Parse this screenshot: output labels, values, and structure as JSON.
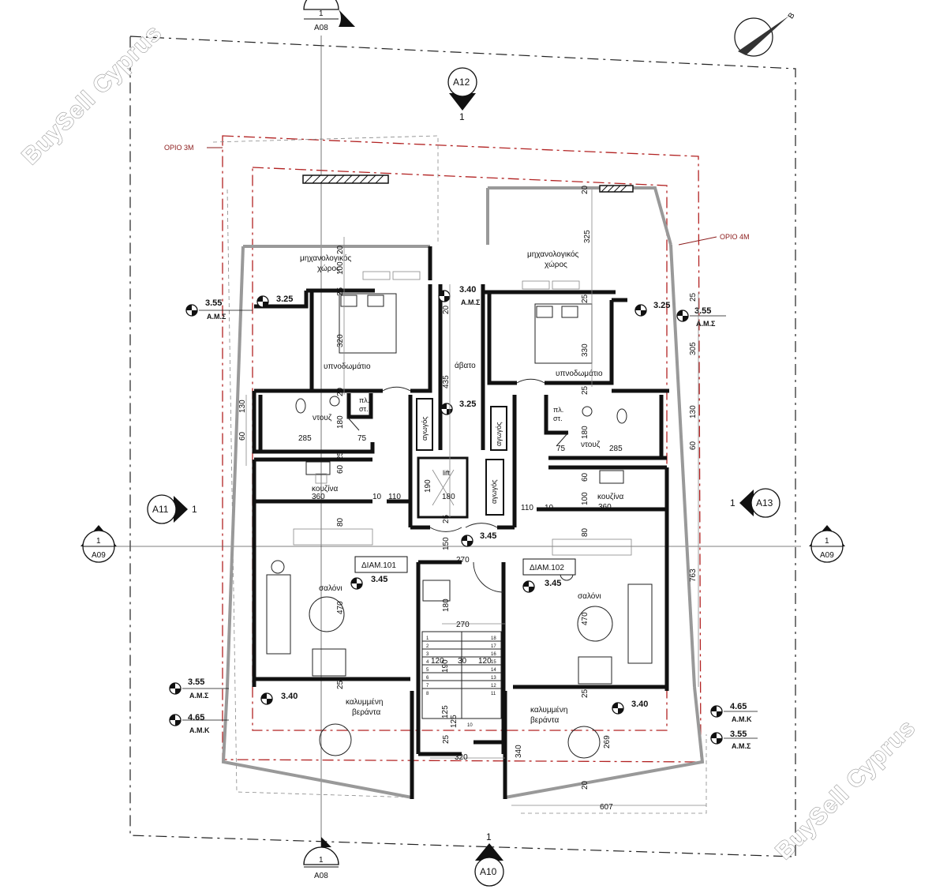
{
  "sections": {
    "top": {
      "num": "1",
      "ref": "A08"
    },
    "bottom": {
      "num": "1",
      "ref": "A08"
    },
    "left": {
      "num": "1",
      "ref": "A09"
    },
    "right": {
      "num": "1",
      "ref": "A09"
    }
  },
  "elevations": {
    "a12": {
      "ref": "A12",
      "num": "1"
    },
    "a10": {
      "ref": "A10",
      "num": "1"
    },
    "a11": {
      "ref": "A11",
      "num": "1"
    },
    "a13": {
      "ref": "A13",
      "num": "1"
    }
  },
  "north_letter": "B",
  "limits": {
    "limit_3m": "ΟΡΙΟ 3Μ",
    "limit_4m": "ΟΡΙΟ 4Μ"
  },
  "rooms": {
    "mech_left_1": "μηχανολογικός",
    "mech_left_2": "χώρος",
    "mech_right_1": "μηχανολογικός",
    "mech_right_2": "χώρος",
    "bedroom_left": "υπνοδωμάτιο",
    "bedroom_right": "υπνοδωμάτιο",
    "abato": "άβατο",
    "shower_left": "ντουζ",
    "shower_right": "ντουζ",
    "storage_left_1": "πλ.",
    "storage_left_2": "στ.",
    "storage_right_1": "πλ.",
    "storage_right_2": "στ.",
    "duct_1": "αγωγός",
    "duct_2": "αγωγός",
    "duct_3": "αγωγός",
    "lift": "lift",
    "kitchen_left": "κουζίνα",
    "kitchen_right": "κουζίνα",
    "apt_101": "ΔΙΑΜ.101",
    "apt_102": "ΔΙΑΜ.102",
    "living_left": "σαλόνι",
    "living_right": "σαλόνι",
    "veranda_left_1": "καλυμμένη",
    "veranda_left_2": "βεράντα",
    "veranda_right_1": "καλυμμένη",
    "veranda_right_2": "βεράντα"
  },
  "levels": {
    "l1": {
      "value": "3.55",
      "note": "Α.Μ.Σ"
    },
    "l2": {
      "value": "3.25"
    },
    "l3": {
      "value": "3.40",
      "note": "Α.Μ.Σ"
    },
    "l4": {
      "value": "3.25"
    },
    "l5": {
      "value": "3.55",
      "note": "Α.Μ.Σ"
    },
    "l6": {
      "value": "3.25"
    },
    "l7": {
      "value": "3.45"
    },
    "l8": {
      "value": "3.45"
    },
    "l9": {
      "value": "3.45"
    },
    "l10": {
      "value": "3.55",
      "note": "Α.Μ.Σ"
    },
    "l11": {
      "value": "4.65",
      "note": "Α.Μ.Κ"
    },
    "l12": {
      "value": "3.40"
    },
    "l13": {
      "value": "3.40"
    },
    "l14": {
      "value": "4.65",
      "note": "Α.Μ.Κ"
    },
    "l15": {
      "value": "3.55",
      "note": "Α.Μ.Σ"
    }
  },
  "dims": {
    "d325": "325",
    "d20a": "20",
    "d20b": "20",
    "d100a": "100",
    "d25a": "25",
    "d320": "320",
    "d20c": "20",
    "d435": "435",
    "d20d": "20",
    "d25b": "25",
    "d330": "330",
    "d25c": "25",
    "d305": "305",
    "d25d": "25",
    "d130a": "130",
    "d60a": "60",
    "d285a": "285",
    "d180a": "180",
    "d75a": "75",
    "d25e": "25",
    "d60b": "60",
    "d360a": "360",
    "d10a": "10",
    "d110a": "110",
    "d190": "190",
    "d180b": "180",
    "d110b": "110",
    "d10b": "10",
    "d180c": "180",
    "d75b": "75",
    "d285b": "285",
    "d60c": "60",
    "d130b": "130",
    "d60d": "60",
    "d100b": "100",
    "d360b": "360",
    "d80a": "80",
    "d25f": "25",
    "d150": "150",
    "d270a": "270",
    "d80b": "80",
    "d470a": "470",
    "d180d": "180",
    "d270b": "270",
    "d470b": "470",
    "d763": "763",
    "d120a": "120",
    "d30": "30",
    "d120b": "120",
    "d190b": "190",
    "d25g": "25",
    "d125a": "125",
    "d125b": "125",
    "d25h": "25",
    "d320b": "320",
    "d25i": "25",
    "d340": "340",
    "d269": "269",
    "d20e": "20",
    "d607": "607"
  },
  "stairs": {
    "left": [
      "1",
      "2",
      "3",
      "4",
      "5",
      "6",
      "7",
      "8"
    ],
    "right": [
      "18",
      "17",
      "16",
      "15",
      "14",
      "13",
      "12",
      "11"
    ],
    "landing": "10"
  },
  "watermark": "BuySell Cyprus"
}
